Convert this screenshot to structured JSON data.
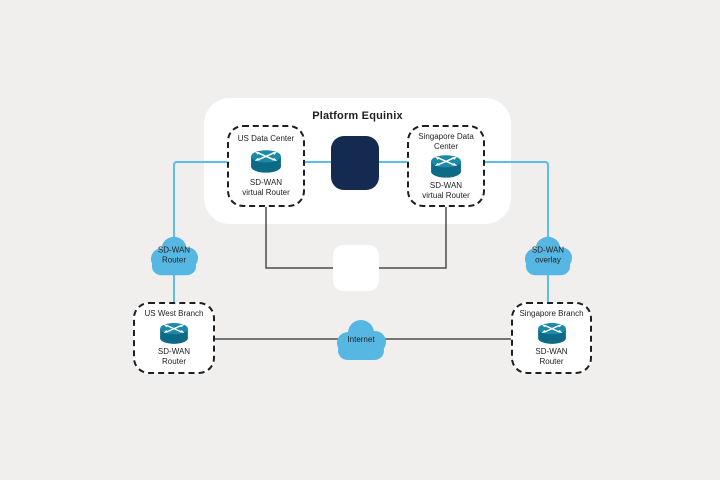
{
  "colors": {
    "background": "#f0efee",
    "panel": "#ffffff",
    "navy": "#152a50",
    "cloud": "#57b7e3",
    "link_blue": "#5cbde9",
    "link_dark": "#4d4d4d",
    "router_top": "#1b89a8",
    "router_body": "#0d6a87",
    "text": "#1f1f1f",
    "border": "#1f1f1f"
  },
  "platform": {
    "title": "Platform Equinix",
    "us_data_center": {
      "name": "US Data Center",
      "role_line1": "SD-WAN",
      "role_line2": "virtual Router"
    },
    "singapore_data_center": {
      "name_line1": "Singapore Data",
      "name_line2": "Center",
      "role_line1": "SD-WAN",
      "role_line2": "virtual Router"
    }
  },
  "clouds": {
    "left": {
      "line1": "SD-WAN",
      "line2": "Router"
    },
    "right": {
      "line1": "SD-WAN",
      "line2": "overlay"
    },
    "internet": {
      "label": "Internet"
    }
  },
  "branches": {
    "us_west": {
      "name": "US West Branch",
      "role_line1": "SD-WAN",
      "role_line2": "Router"
    },
    "singapore": {
      "name": "Singapore Branch",
      "role_line1": "SD-WAN",
      "role_line2": "Router"
    }
  },
  "icons": {
    "router": "cisco-router-icon",
    "cloud": "cloud-icon",
    "navy_square": "dark-square-node",
    "white_square": "white-square-node"
  }
}
